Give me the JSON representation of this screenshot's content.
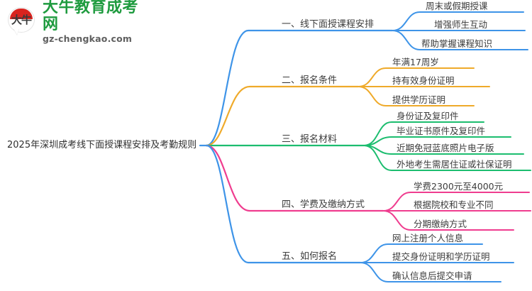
{
  "logo": {
    "mark_text": "大牛",
    "brand_name": "大牛教育成考网",
    "domain": "gz-chengkao.com",
    "brand_color": "#1f9b3f",
    "mark_color": "#d9241f"
  },
  "mindmap": {
    "root": {
      "label": "2025年深圳成考线下面授课程安排及考勤规则"
    },
    "branches": [
      {
        "label": "一、线下面授课程安排",
        "color": "#3e94e8",
        "children": [
          {
            "label": "周末或假期授课"
          },
          {
            "label": "增强师生互动"
          },
          {
            "label": "帮助掌握课程知识"
          }
        ]
      },
      {
        "label": "二、报名条件",
        "color": "#efaa2a",
        "children": [
          {
            "label": "年满17周岁"
          },
          {
            "label": "持有效身份证明"
          },
          {
            "label": "提供学历证明"
          }
        ]
      },
      {
        "label": "三、报名材料",
        "color": "#1cbd6f",
        "children": [
          {
            "label": "身份证及复印件"
          },
          {
            "label": "毕业证书原件及复印件"
          },
          {
            "label": "近期免冠蓝底照片电子版"
          },
          {
            "label": "外地考生需居住证或社保证明"
          }
        ]
      },
      {
        "label": "四、学费及缴纳方式",
        "color": "#ef3d8f",
        "children": [
          {
            "label": "学费2300元至4000元"
          },
          {
            "label": "根据院校和专业不同"
          },
          {
            "label": "分期缴纳方式"
          }
        ]
      },
      {
        "label": "五、如何报名",
        "color": "#3e94e8",
        "children": [
          {
            "label": "网上注册个人信息"
          },
          {
            "label": "提交身份证明和学历证明"
          },
          {
            "label": "确认信息后提交申请"
          }
        ]
      }
    ]
  }
}
